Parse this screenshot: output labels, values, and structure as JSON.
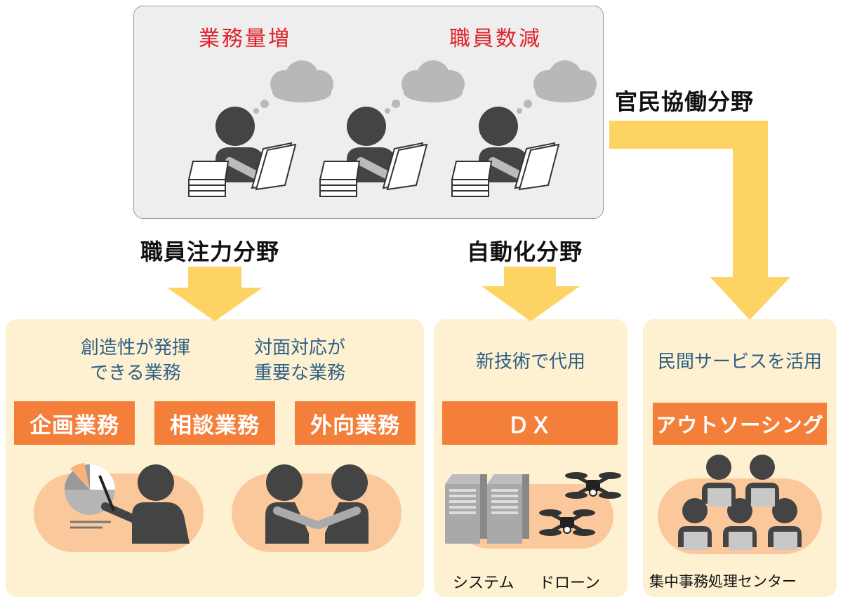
{
  "top": {
    "issue_left": "業務量増",
    "issue_right": "職員数減"
  },
  "labels": {
    "staff_focus": "職員注力分野",
    "automation": "自動化分野",
    "public_private": "官民協働分野"
  },
  "staff_panel": {
    "desc_left_line1": "創造性が発揮",
    "desc_left_line2": "できる業務",
    "desc_right_line1": "対面対応が",
    "desc_right_line2": "重要な業務",
    "boxes": [
      "企画業務",
      "相談業務",
      "外向業務"
    ]
  },
  "dx_panel": {
    "desc": "新技術で代用",
    "box": "ＤＸ",
    "caption_system": "システム",
    "caption_drone": "ドローン"
  },
  "outsourcing_panel": {
    "desc": "民間サービスを活用",
    "box": "アウトソーシング",
    "caption": "集中事務処理センター"
  },
  "colors": {
    "arrow": "#fdd464",
    "orange": "#f47f3a",
    "panel_bg": "#fdf1d1",
    "blue_text": "#2f5f86",
    "red_text": "#e0202a",
    "person": "#444444"
  },
  "icons": [
    "person-at-desk-icon",
    "thought-cloud-icon",
    "document-stack-icon",
    "presenter-icon",
    "pie-chart-icon",
    "handshake-icon",
    "server-rack-icon",
    "drone-icon",
    "call-center-group-icon"
  ]
}
